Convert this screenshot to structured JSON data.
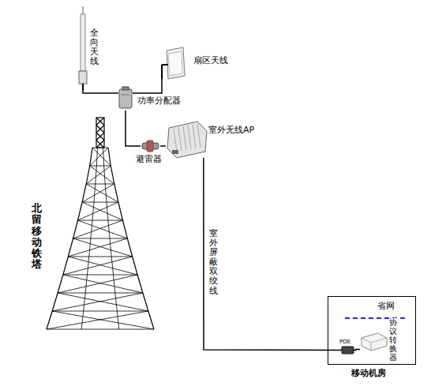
{
  "diagram": {
    "nodes": [
      {
        "text": [
          "全向天线"
        ]
      },
      {
        "text": [
          "扇区天线"
        ]
      },
      {
        "text": [
          "功率分配器"
        ]
      },
      {
        "text": [
          "避雷器"
        ]
      },
      {
        "text": [
          "室外无线AP"
        ]
      },
      {
        "text": [
          "北留移动铁塔"
        ]
      },
      {
        "text": [
          "移动机房"
        ]
      },
      {
        "text": [
          "协议转换器"
        ],
        "in": 6
      },
      {
        "text": [
          "POE"
        ],
        "in": 6
      }
    ],
    "edges": [
      {
        "from": 0,
        "to": 2,
        "arrow": "none"
      },
      {
        "from": 1,
        "to": 2,
        "arrow": "none"
      },
      {
        "from": 2,
        "to": 3,
        "arrow": "none"
      },
      {
        "from": 3,
        "to": 4,
        "arrow": "none"
      },
      {
        "from": 4,
        "to": 8,
        "label": "室外屏蔽双绞线",
        "arrow": "none"
      },
      {
        "from": 8,
        "to": 7,
        "arrow": "none"
      }
    ],
    "labels": [
      "省网"
    ]
  }
}
